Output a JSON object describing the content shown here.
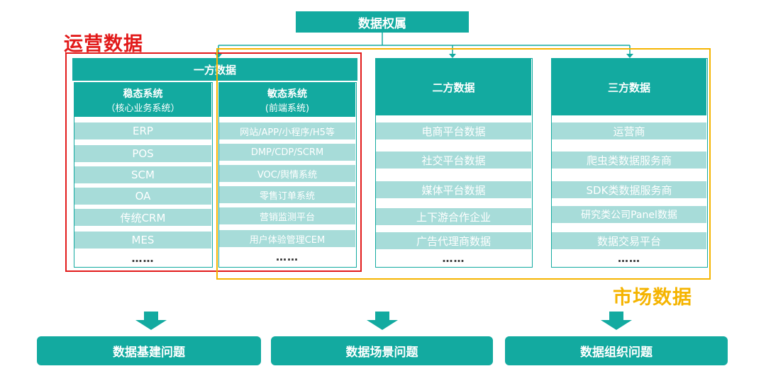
{
  "top_header": "数据权属",
  "left_label": "运营数据",
  "right_label": "市场数据",
  "first_party": {
    "header": "一方数据",
    "stable": {
      "title": "稳态系统",
      "subtitle": "（核心业务系统）",
      "items": [
        "ERP",
        "POS",
        "SCM",
        "OA",
        "传统CRM",
        "MES"
      ],
      "more": "……"
    },
    "agile": {
      "title": "敏态系统",
      "subtitle": "(前端系统)",
      "items": [
        "网站/APP/小程序/H5等",
        "DMP/CDP/SCRM",
        "VOC/舆情系统",
        "零售订单系统",
        "营销监测平台",
        "用户体验管理CEM"
      ],
      "more": "……"
    }
  },
  "second_party": {
    "header": "二方数据",
    "items": [
      "电商平台数据",
      "社交平台数据",
      "媒体平台数据",
      "上下游合作企业",
      "广告代理商数据"
    ],
    "more": "……"
  },
  "third_party": {
    "header": "三方数据",
    "items": [
      "运营商",
      "爬虫类数据服务商",
      "SDK类数据服务商",
      "研究类公司Panel数据",
      "数据交易平台"
    ],
    "more": "……"
  },
  "bottom": [
    "数据基建问题",
    "数据场景问题",
    "数据组织问题"
  ],
  "colors": {
    "teal": "#13aaa0",
    "light_teal": "#a7dcd9",
    "red": "#e21a1a",
    "yellow": "#f5b400"
  }
}
